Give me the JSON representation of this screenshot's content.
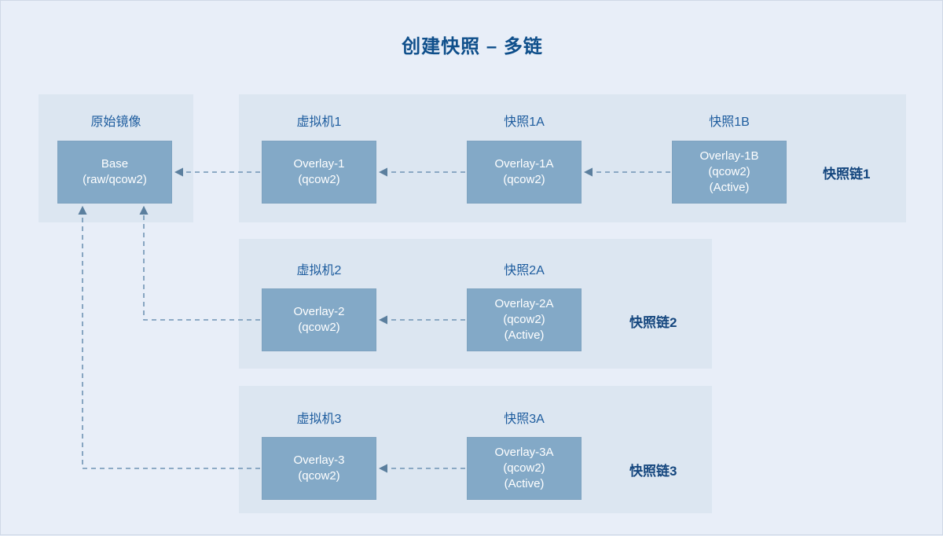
{
  "title": "创建快照 – 多链",
  "colors": {
    "page_bg": "#e8eef8",
    "panel_bg": "#dce6f1",
    "box_fill": "#83a9c7",
    "title_color": "#0f4f8b",
    "caption_color": "#1d5c9e",
    "chain_label_color": "#14467e",
    "connector_color": "#6f93b4"
  },
  "base_panel": {
    "caption": "原始镜像",
    "box": {
      "line1": "Base",
      "line2": "(raw/qcow2)"
    }
  },
  "chains": [
    {
      "label": "快照链1",
      "nodes": [
        {
          "caption": "虚拟机1",
          "line1": "Overlay-1",
          "line2": "(qcow2)",
          "line3": ""
        },
        {
          "caption": "快照1A",
          "line1": "Overlay-1A",
          "line2": "(qcow2)",
          "line3": ""
        },
        {
          "caption": "快照1B",
          "line1": "Overlay-1B",
          "line2": "(qcow2)",
          "line3": "(Active)"
        }
      ]
    },
    {
      "label": "快照链2",
      "nodes": [
        {
          "caption": "虚拟机2",
          "line1": "Overlay-2",
          "line2": "(qcow2)",
          "line3": ""
        },
        {
          "caption": "快照2A",
          "line1": "Overlay-2A",
          "line2": "(qcow2)",
          "line3": "(Active)"
        }
      ]
    },
    {
      "label": "快照链3",
      "nodes": [
        {
          "caption": "虚拟机3",
          "line1": "Overlay-3",
          "line2": "(qcow2)",
          "line3": ""
        },
        {
          "caption": "快照3A",
          "line1": "Overlay-3A",
          "line2": "(qcow2)",
          "line3": "(Active)"
        }
      ]
    }
  ]
}
